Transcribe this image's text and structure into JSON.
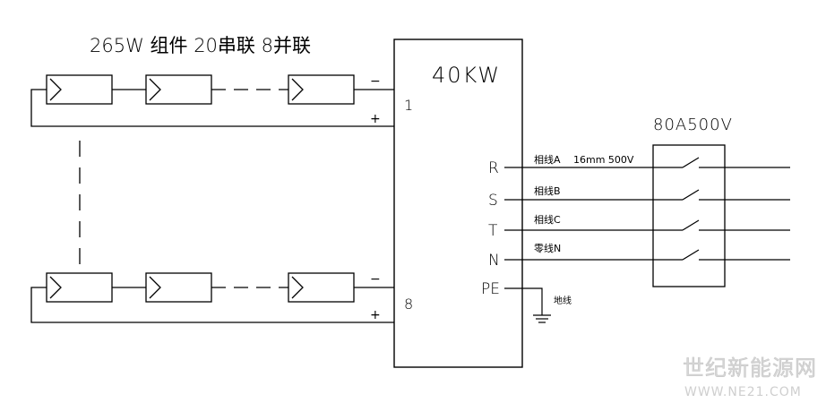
{
  "diagram": {
    "array_title": "265W 组件 20串联 8并联",
    "inverter_label": "40KW",
    "string_top_number": "1",
    "string_bottom_number": "8",
    "minus_sign": "−",
    "plus_sign": "+",
    "breaker_label": "80A500V",
    "terminals": [
      "R",
      "S",
      "T",
      "N",
      "PE"
    ],
    "wire_labels": [
      "相线A",
      "相线B",
      "相线C",
      "零线N"
    ],
    "cable_spec": "16mm 500V",
    "ground_label": "地线"
  },
  "watermark": {
    "name": "世纪新能源网",
    "url": "WWW.NE21.COM"
  }
}
